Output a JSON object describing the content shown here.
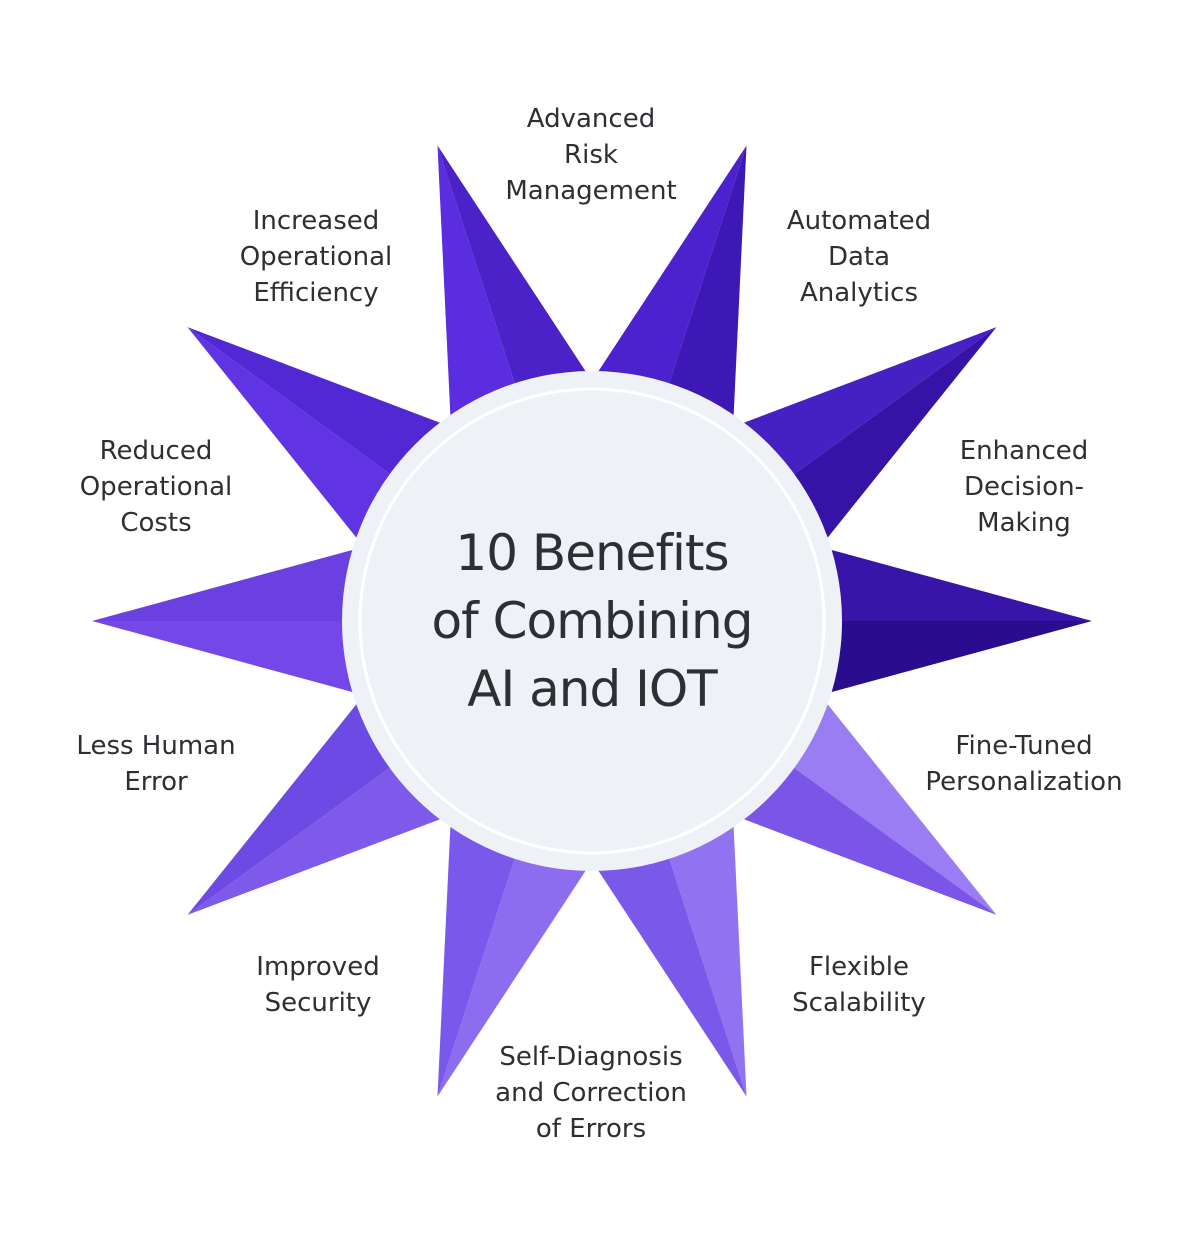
{
  "diagram": {
    "title": "10 Benefits\nof Combining\nAI and IOT",
    "benefits": [
      {
        "label": "Advanced\nRisk\nManagement"
      },
      {
        "label": "Automated\nData\nAnalytics"
      },
      {
        "label": "Enhanced\nDecision-\nMaking"
      },
      {
        "label": "Fine-Tuned\nPersonalization"
      },
      {
        "label": "Flexible\nScalability"
      },
      {
        "label": "Self-Diagnosis\nand Correction\nof Errors"
      },
      {
        "label": "Improved\nSecurity"
      },
      {
        "label": "Less Human\nError"
      },
      {
        "label": "Reduced\nOperational\nCosts"
      },
      {
        "label": "Increased\nOperational\nEfficiency"
      }
    ],
    "colors": {
      "light_face": [
        "#5a2ee0",
        "#4c22cf",
        "#4520c2",
        "#3814a8",
        "#9a7cf3",
        "#9173f2",
        "#8e6cf0",
        "#7f5aea",
        "#7448e8",
        "#6034e2"
      ],
      "dark_face": [
        "#4a22c8",
        "#3d18b4",
        "#3613a6",
        "#2a0d8e",
        "#7b55e8",
        "#7a58ea",
        "#7b58ec",
        "#6d4ae4",
        "#6a40e0",
        "#5228d4"
      ],
      "circle_fill": "#eef2f7",
      "circle_ring": "#ffffff",
      "text": "#2e2e33"
    }
  }
}
